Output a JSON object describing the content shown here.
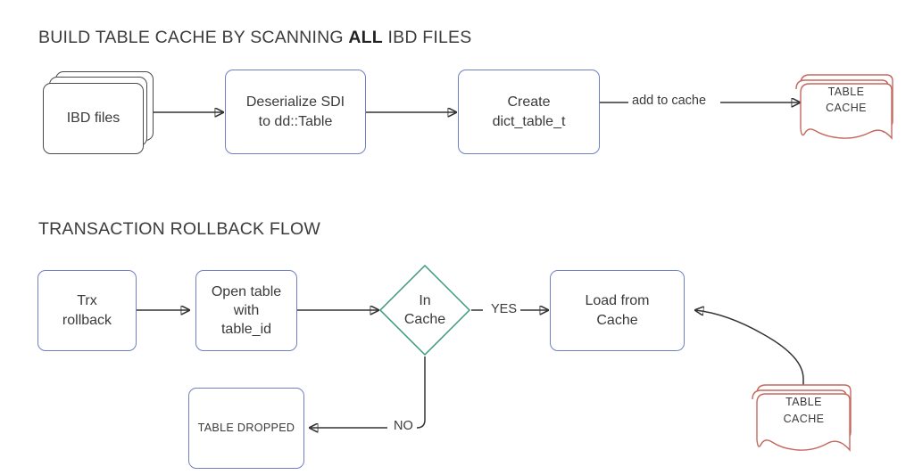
{
  "sections": [
    {
      "id": "build-cache",
      "title_prefix": "BUILD TABLE CACHE BY SCANNING ",
      "title_bold": "ALL",
      "title_suffix": " IBD FILES",
      "title_plain": "BUILD TABLE CACHE BY SCANNING ALL IBD FILES"
    },
    {
      "id": "rollback",
      "title": "TRANSACTION ROLLBACK FLOW"
    }
  ],
  "flow1": {
    "ibd_files": "IBD files",
    "deserialize": "Deserialize SDI\nto dd::Table",
    "create": "Create\ndict_table_t",
    "edge_add_to_cache": "add to cache",
    "table_cache_line1": "TABLE",
    "table_cache_line2": "CACHE"
  },
  "flow2": {
    "trx_rollback": "Trx\nrollback",
    "open_table": "Open table\nwith\ntable_id",
    "in_cache": "In\nCache",
    "edge_yes": "YES",
    "edge_no": "NO",
    "load_from_cache": "Load from\nCache",
    "table_dropped": "TABLE DROPPED",
    "table_cache_line1": "TABLE",
    "table_cache_line2": "CACHE"
  },
  "colors": {
    "blue_border": "#6f80c4",
    "gray_border": "#4a4a4a",
    "teal_border": "#3a9b7b",
    "salmon_border": "#c4685e",
    "connector": "#333333",
    "text": "#3a3a3a",
    "background": "#ffffff"
  }
}
